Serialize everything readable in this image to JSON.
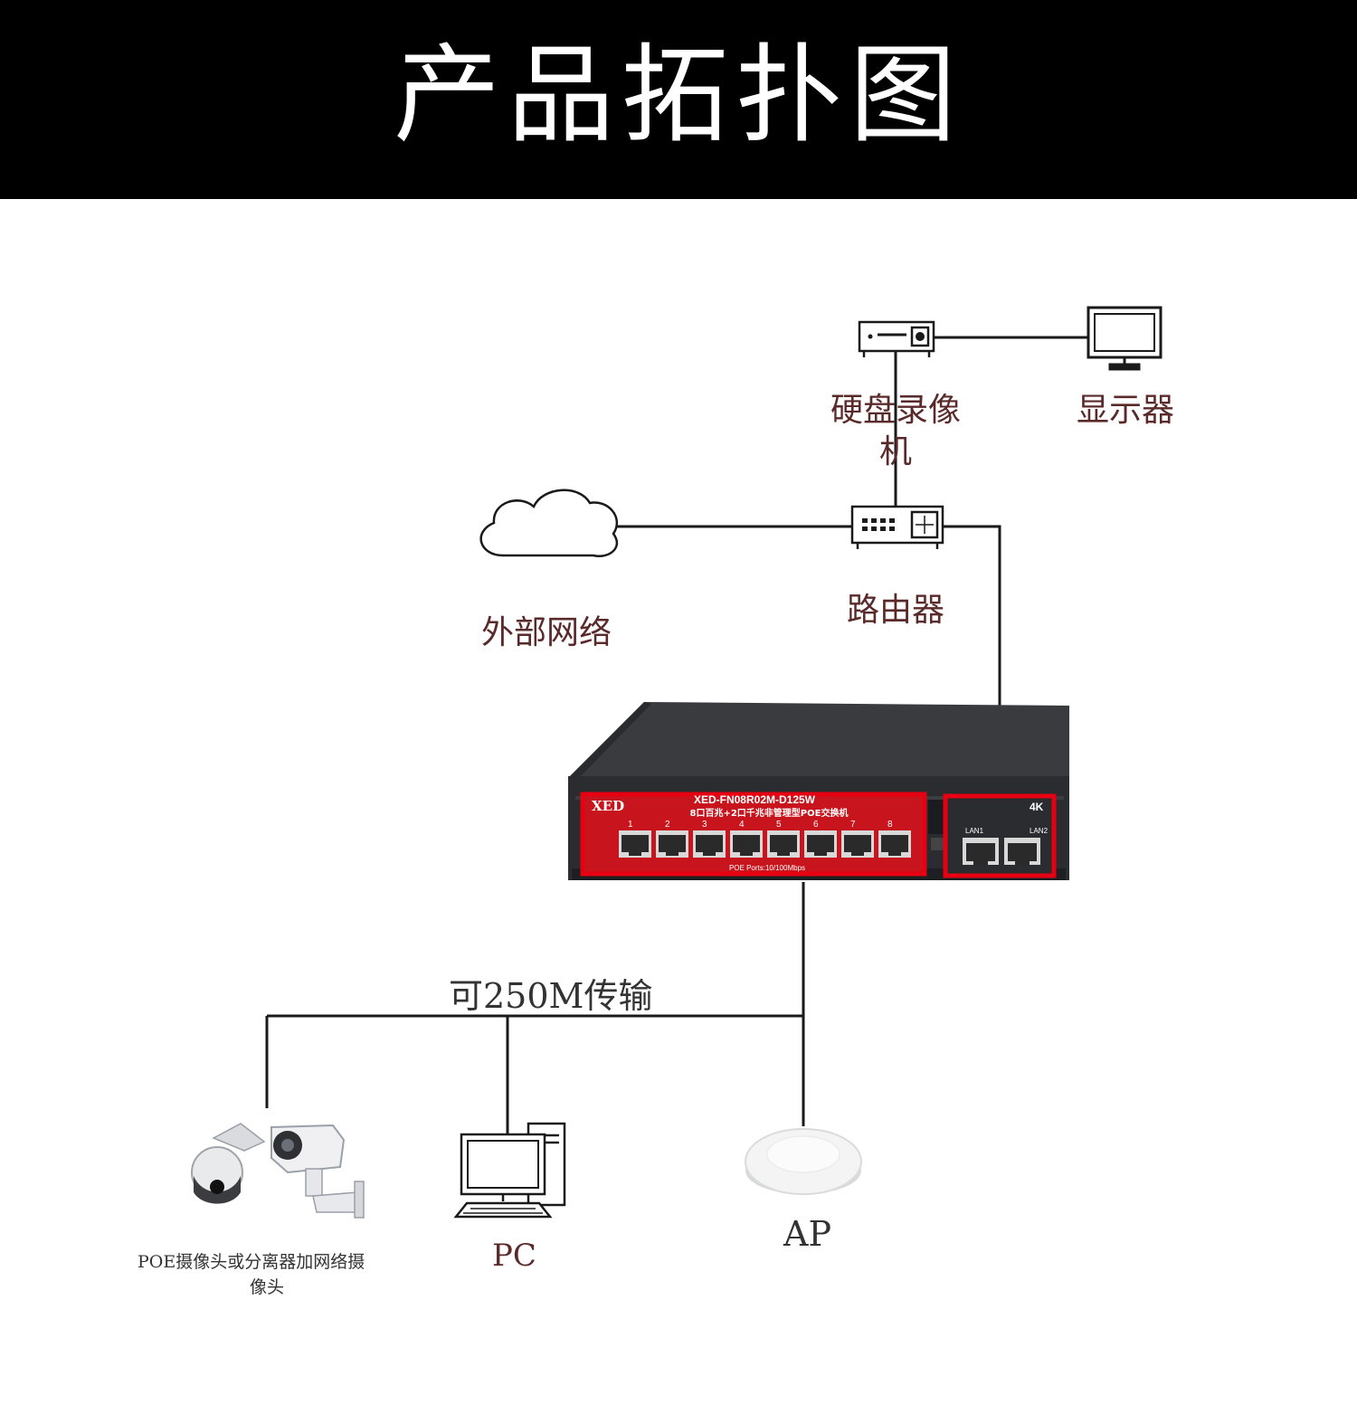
{
  "header": {
    "title": "产品拓扑图"
  },
  "nodes": {
    "nvr_label": "硬盘录像",
    "nvr_label_2": "机",
    "monitor_label": "显示器",
    "router_label": "路由器",
    "internet_label": "外部网络",
    "camera_label": "POE摄像头或分离器加网络摄",
    "camera_label_2": "像头",
    "pc_label": "PC",
    "ap_label": "AP"
  },
  "link": {
    "distance_label": "可250M传输"
  },
  "switch": {
    "brand": "XED",
    "model": "XED-FN08R02M-D125W",
    "description": "8口百兆+2口千兆非管理型POE交换机",
    "poe_port_numbers": [
      "1",
      "2",
      "3",
      "4",
      "5",
      "6",
      "7",
      "8"
    ],
    "poe_ports_caption": "POE Ports:10/100Mbps",
    "lan_ports": [
      "LAN1",
      "LAN2"
    ],
    "badge": "4K",
    "highlight_color": "#e60012"
  }
}
